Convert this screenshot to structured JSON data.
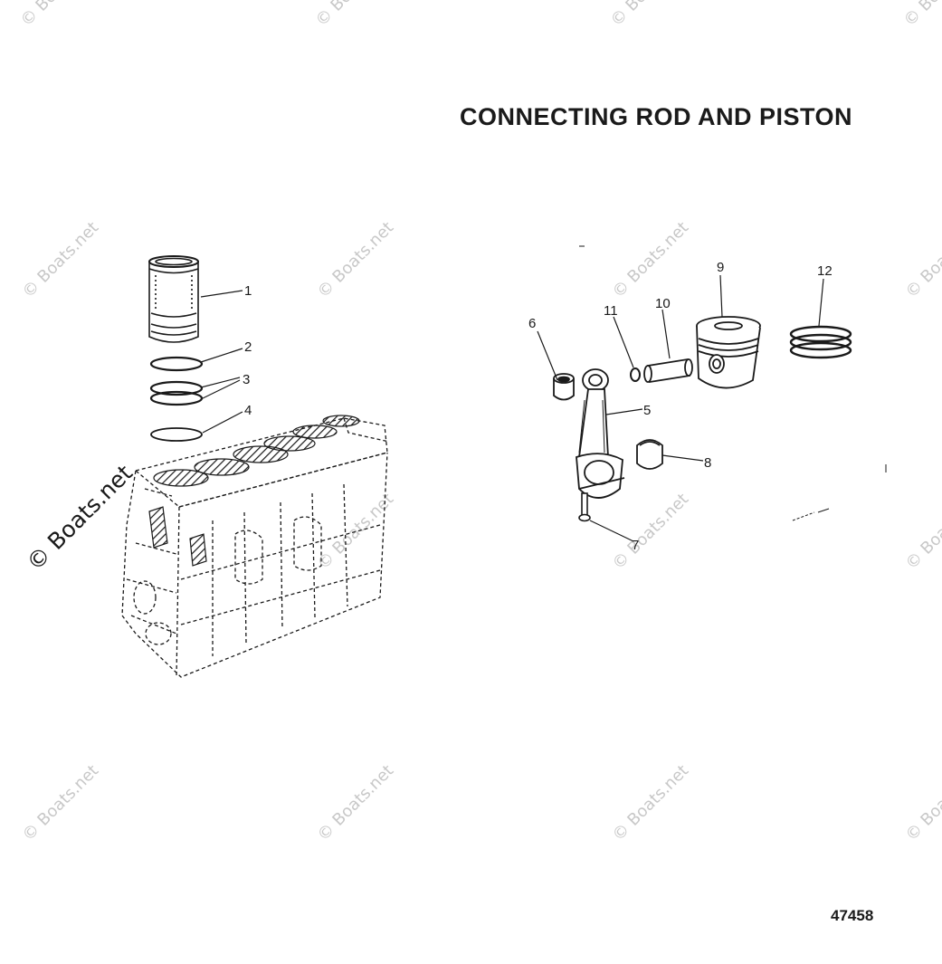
{
  "title": "CONNECTING ROD AND PISTON",
  "figure_number": "47458",
  "watermark": "© Boats.net",
  "callouts": [
    "1",
    "2",
    "3",
    "4",
    "5",
    "6",
    "7",
    "8",
    "9",
    "10",
    "11",
    "12"
  ],
  "colors": {
    "ink": "#1a1a1a",
    "watermark": "#c8c8c8",
    "background": "#ffffff"
  }
}
